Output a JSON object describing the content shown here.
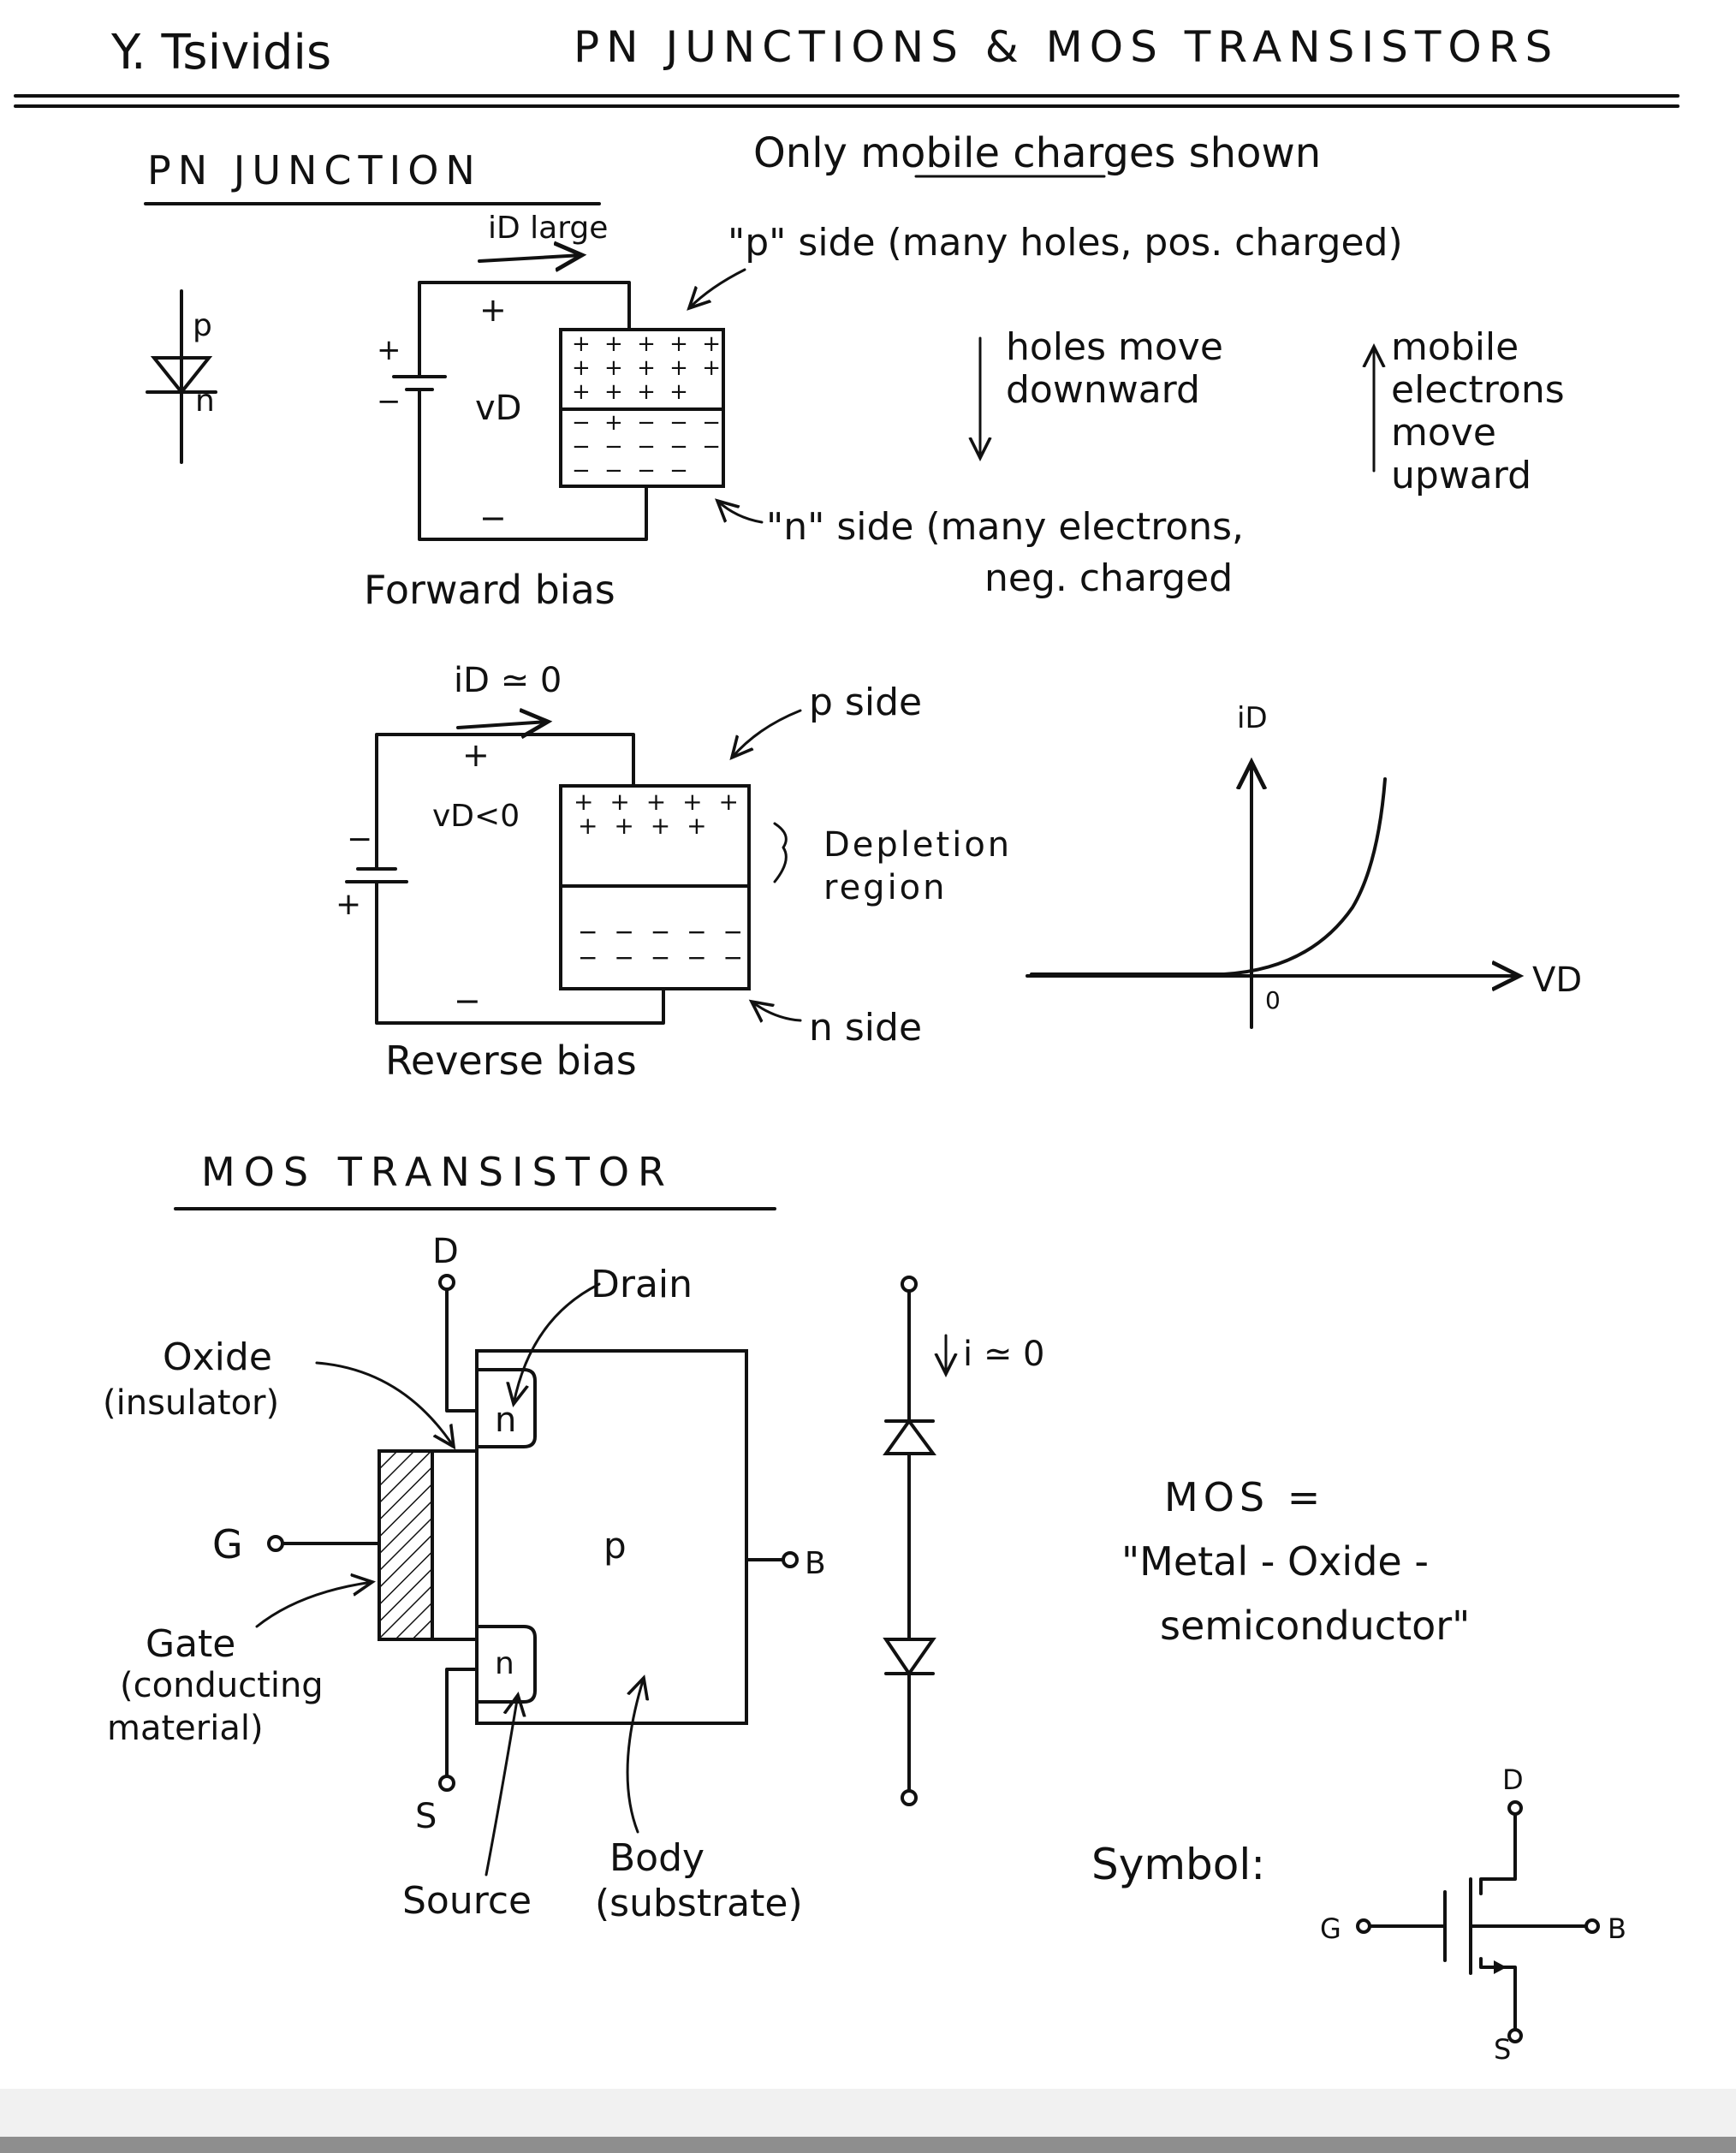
{
  "header": {
    "author": "Y. Tsividis",
    "title": "PN JUNCTIONS & MOS TRANSISTORS"
  },
  "pn_section": {
    "heading": "PN JUNCTION",
    "note": "Only mobile charges shown",
    "forward": {
      "id_label": "iD large",
      "vd_label": "vD",
      "plus": "+",
      "minus": "−",
      "p_side_note": "\"p\" side (many holes, pos. charged)",
      "n_side_note_1": "\"n\" side (many electrons,",
      "n_side_note_2": "neg. charged",
      "holes_note_1": "holes move",
      "holes_note_2": "downward",
      "electrons_note_1": "mobile",
      "electrons_note_2": "electrons",
      "electrons_note_3": "move",
      "electrons_note_4": "upward",
      "caption": "Forward bias",
      "symbol_p": "p",
      "symbol_n": "n"
    },
    "reverse": {
      "id_label": "iD ≃ 0",
      "vd_label": "vD<0",
      "plus": "+",
      "minus": "−",
      "p_side": "p side",
      "depletion_1": "Depletion",
      "depletion_2": "region",
      "n_side": "n side",
      "caption": "Reverse bias"
    },
    "iv_plot": {
      "y_label": "iD",
      "x_label": "VD",
      "origin_label": "0"
    }
  },
  "mos_section": {
    "heading": "MOS TRANSISTOR",
    "d_label": "D",
    "drain": "Drain",
    "oxide_1": "Oxide",
    "oxide_2": "(insulator)",
    "g_label": "G",
    "gate_1": "Gate",
    "gate_2": "(conducting",
    "gate_3": "material)",
    "n_top": "n",
    "n_bottom": "n",
    "p_label": "p",
    "b_label": "B",
    "s_label": "S",
    "source": "Source",
    "body_1": "Body",
    "body_2": "(substrate)",
    "diode_current": "i ≃ 0",
    "mos_def_1": "MOS =",
    "mos_def_2": "\"Metal - Oxide -",
    "mos_def_3": "semiconductor\"",
    "symbol_label": "Symbol:",
    "sym_d": "D",
    "sym_g": "G",
    "sym_b": "B",
    "sym_s": "S"
  }
}
